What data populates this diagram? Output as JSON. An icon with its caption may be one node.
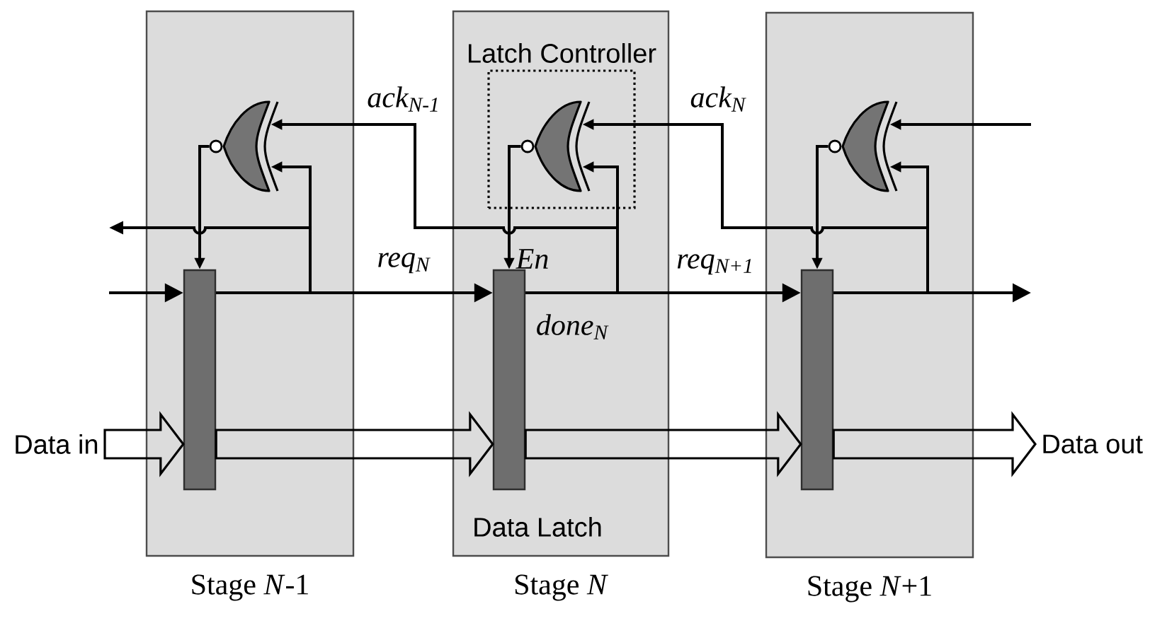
{
  "diagram": {
    "nodes": [
      {
        "text": [
          "Stage *N*-1"
        ]
      },
      {
        "text": [],
        "shape": "gate",
        "in": 0
      },
      {
        "text": [],
        "shape": "bar",
        "in": 0
      },
      {
        "text": [
          "Stage *N*"
        ]
      },
      {
        "text": [
          "Latch Controller"
        ],
        "in": 3
      },
      {
        "text": [],
        "shape": "gate",
        "in": 4
      },
      {
        "text": [],
        "shape": "bar",
        "in": 3,
        "beside": [
          "Data Latch"
        ]
      },
      {
        "text": [
          "Stage *N*+1"
        ]
      },
      {
        "text": [],
        "shape": "gate",
        "in": 7
      },
      {
        "text": [],
        "shape": "bar",
        "in": 7
      },
      {
        "text": [
          "Data in"
        ]
      },
      {
        "text": [
          "Data out"
        ]
      }
    ],
    "edges": [
      {
        "from": null,
        "to": 2,
        "arrow": "to"
      },
      {
        "from": 2,
        "to": 6,
        "arrow": "to",
        "label": "req$_{N}$"
      },
      {
        "from": 6,
        "to": 9,
        "arrow": "to",
        "label": "req$_{N+1}$"
      },
      {
        "from": 9,
        "to": null,
        "arrow": "to"
      },
      {
        "from": 2,
        "to": 1,
        "arrow": "to"
      },
      {
        "from": 6,
        "to": 5,
        "arrow": "to"
      },
      {
        "from": 9,
        "to": 8,
        "arrow": "to"
      },
      {
        "from": 2,
        "to": null,
        "arrow": "to"
      },
      {
        "from": 6,
        "to": 1,
        "arrow": "to",
        "label": "ack$_{N-1}$"
      },
      {
        "from": 9,
        "to": 5,
        "arrow": "to",
        "label": "ack$_{N}$"
      },
      {
        "from": null,
        "to": 8,
        "arrow": "to"
      },
      {
        "from": 1,
        "to": 2,
        "arrow": "to"
      },
      {
        "from": 5,
        "to": 6,
        "arrow": "to"
      },
      {
        "from": 8,
        "to": 9,
        "arrow": "to"
      },
      {
        "from": 10,
        "to": 2,
        "arrow": "to",
        "style": "thick"
      },
      {
        "from": 2,
        "to": 6,
        "arrow": "to",
        "style": "thick"
      },
      {
        "from": 6,
        "to": 9,
        "arrow": "to",
        "style": "thick"
      },
      {
        "from": 9,
        "to": 11,
        "arrow": "to",
        "style": "thick"
      }
    ],
    "labels": [
      "En",
      "done$_{N}$"
    ]
  }
}
